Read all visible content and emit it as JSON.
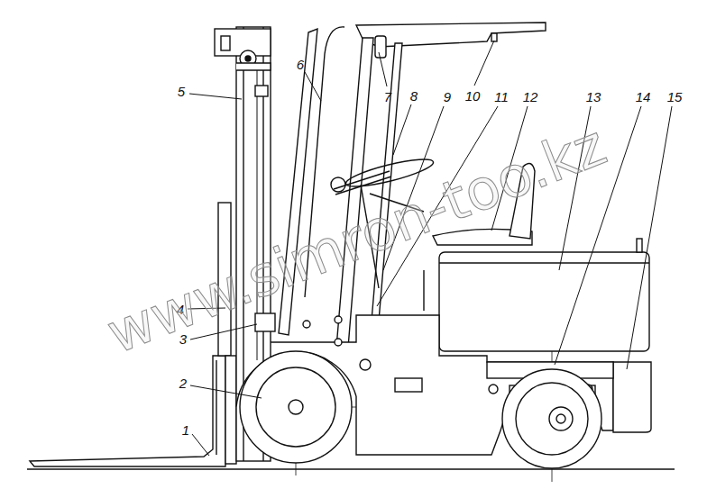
{
  "diagram": {
    "labels": [
      "1",
      "2",
      "3",
      "4",
      "5",
      "6",
      "7",
      "8",
      "9",
      "10",
      "11",
      "12",
      "13",
      "14",
      "15",
      "www.simron-too.kz"
    ]
  }
}
